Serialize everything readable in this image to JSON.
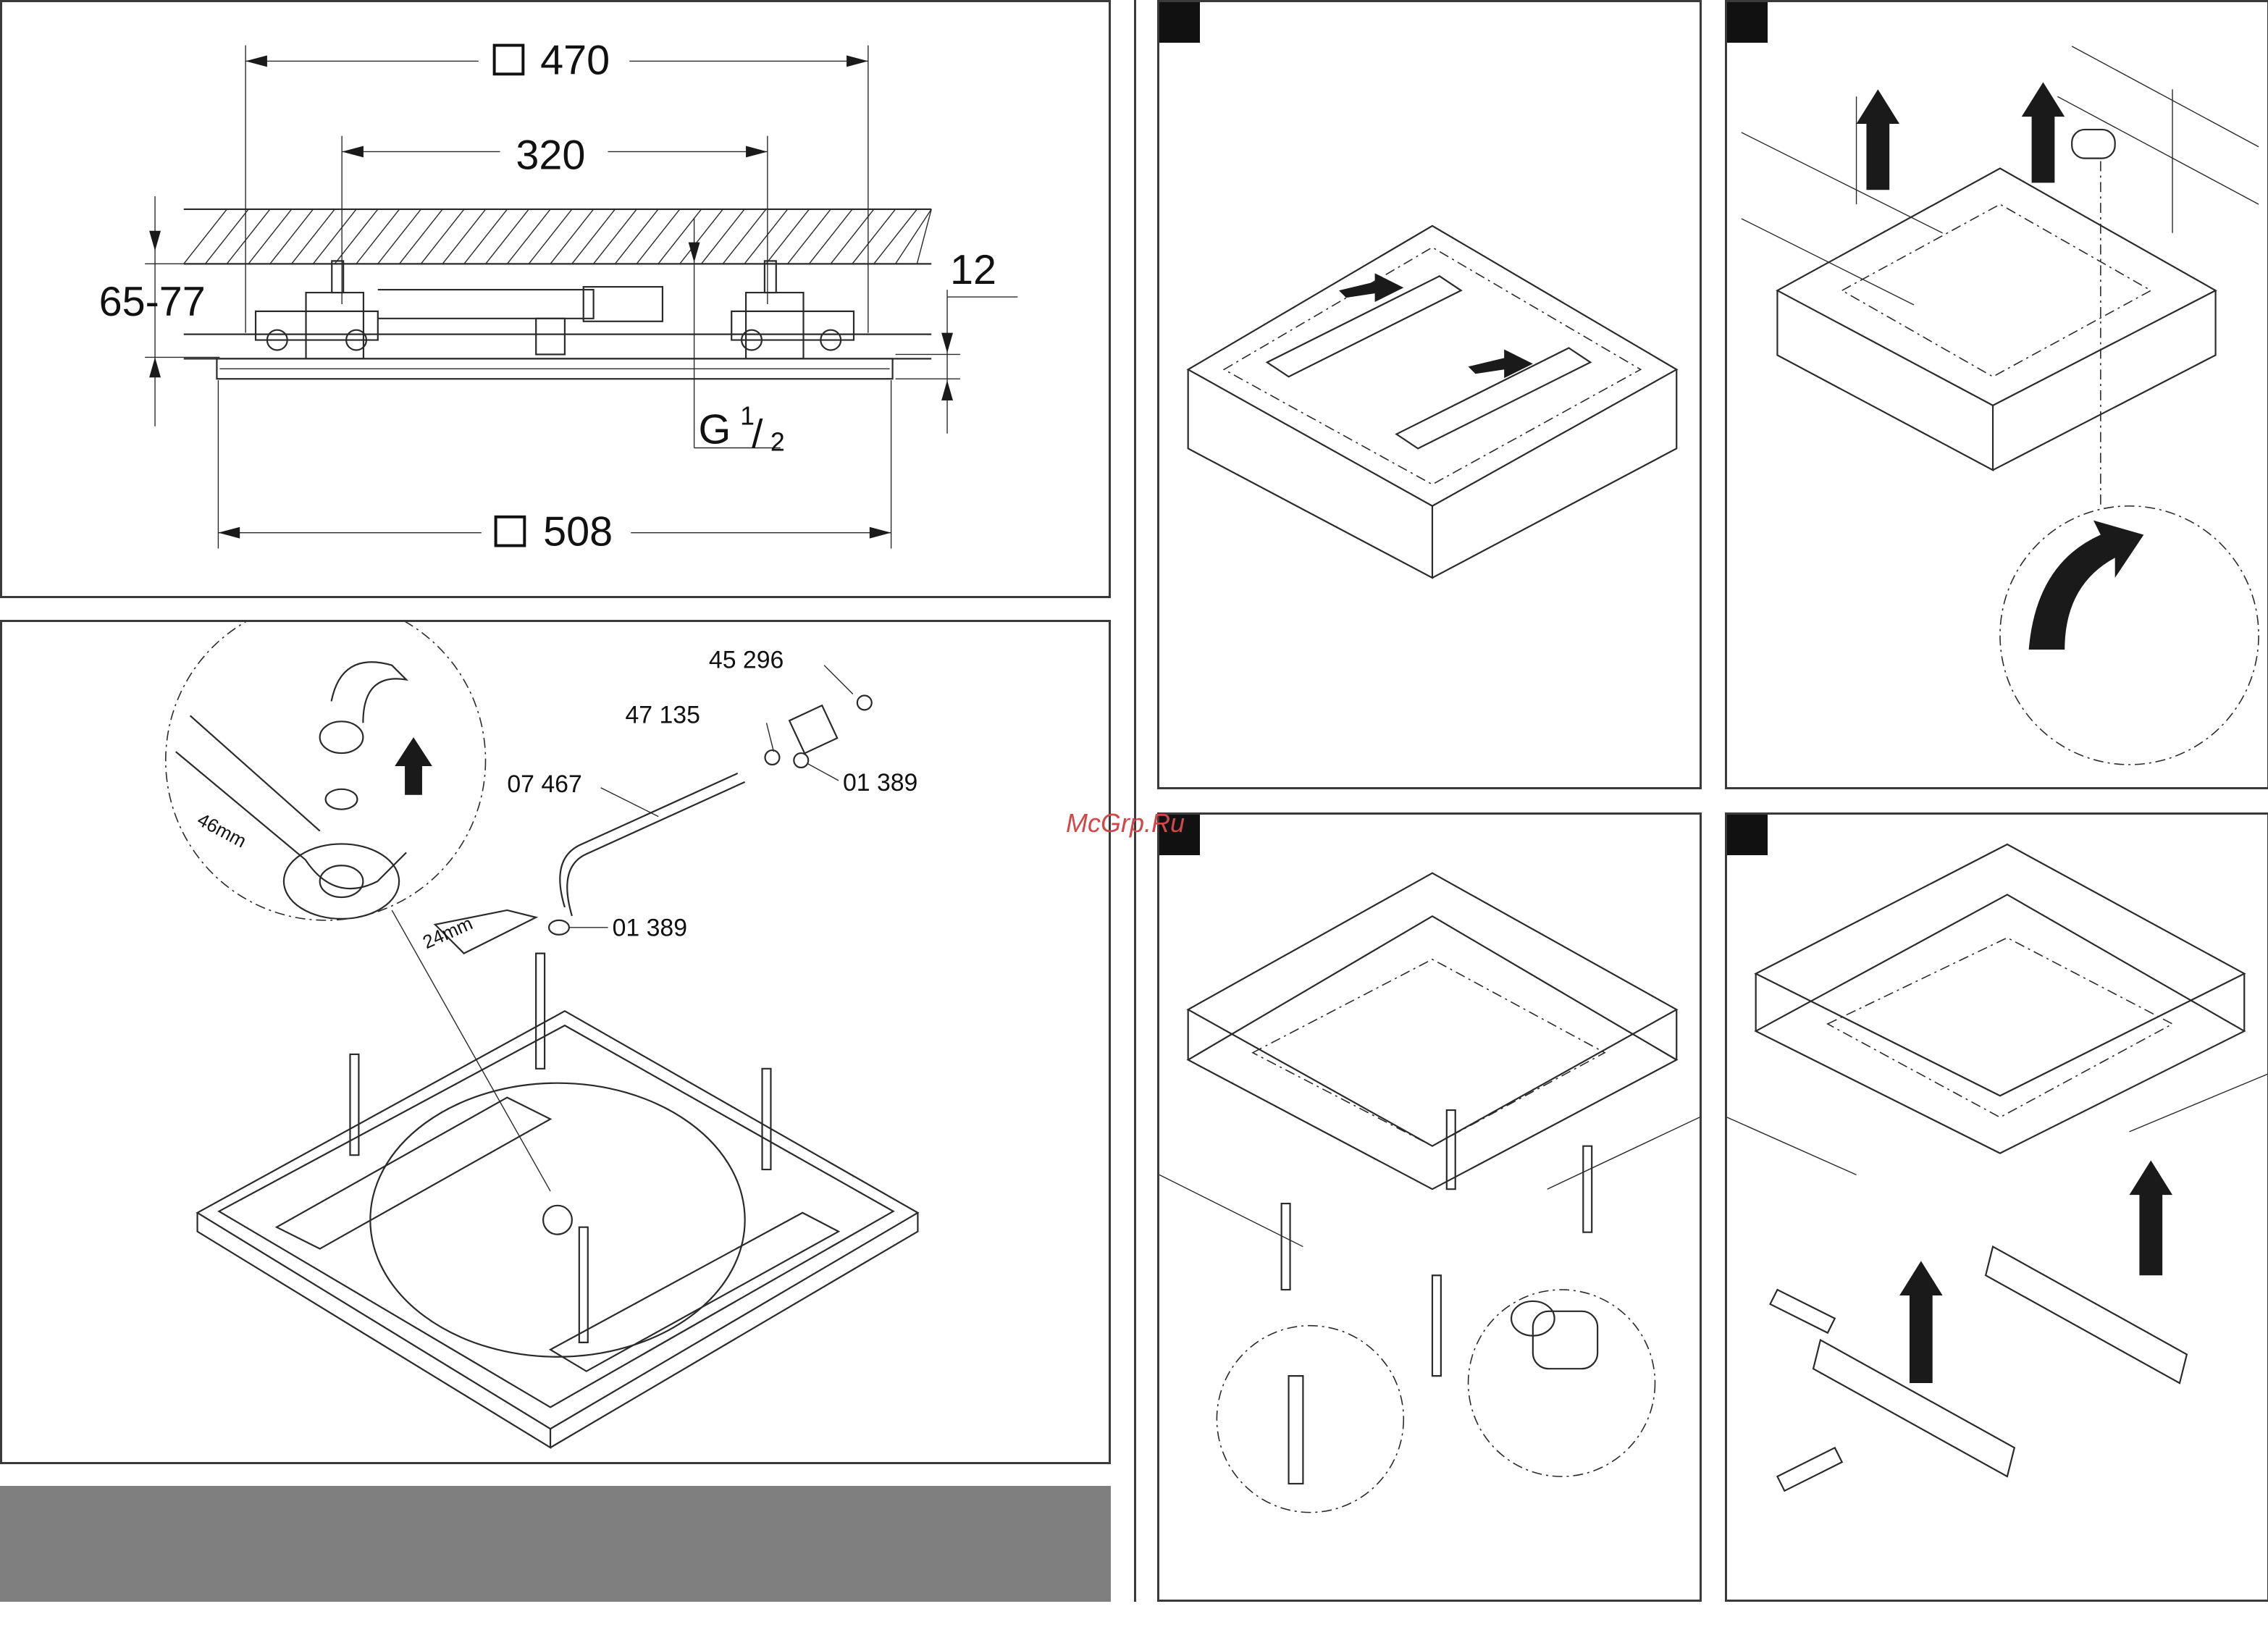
{
  "dimensions": {
    "outer_square": "470",
    "inner_span": "320",
    "depth_range": "65-77",
    "plate_thickness": "12",
    "thread": "G",
    "thread_num": "1",
    "thread_den": "2",
    "plate_square": "508"
  },
  "parts": {
    "p1": "45 296",
    "p2": "47 135",
    "p3": "07 467",
    "p4": "01 389",
    "p5": "01 389"
  },
  "tools": {
    "wrench_large": "46mm",
    "wrench_small": "24mm"
  },
  "watermark": "McGrp.Ru"
}
